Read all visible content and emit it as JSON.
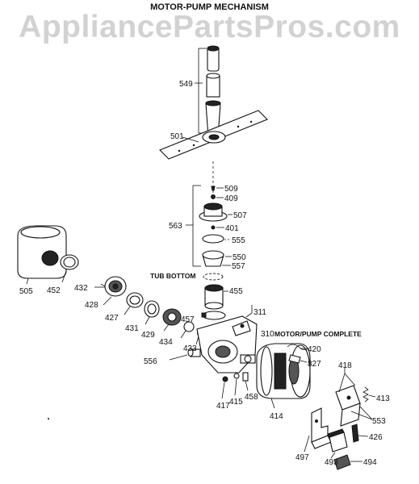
{
  "title": "MOTOR-PUMP MECHANISM",
  "watermark": "AppliancePartsPros.com",
  "captions": {
    "tub_bottom": "TUB BOTTOM",
    "motor_pump_complete": "MOTOR/PUMP COMPLETE"
  },
  "parts": {
    "p549": "549",
    "p501": "501",
    "p509": "509",
    "p409": "409",
    "p563": "563",
    "p507": "507",
    "p401": "401",
    "p555": "555",
    "p550": "550",
    "p557": "557",
    "p505": "505",
    "p452": "452",
    "p432": "432",
    "p428": "428",
    "p427": "427",
    "p431": "431",
    "p429": "429",
    "p434": "434",
    "p433": "433",
    "p457": "457",
    "p455": "455",
    "p556": "556",
    "p311": "311",
    "p310": "310",
    "p420": "420",
    "p827": "827",
    "p418": "418",
    "p413": "413",
    "p553": "553",
    "p417": "417",
    "p415": "415",
    "p458": "458",
    "p414": "414",
    "p426": "426",
    "p497": "497",
    "p493": "493",
    "p494": "494"
  }
}
